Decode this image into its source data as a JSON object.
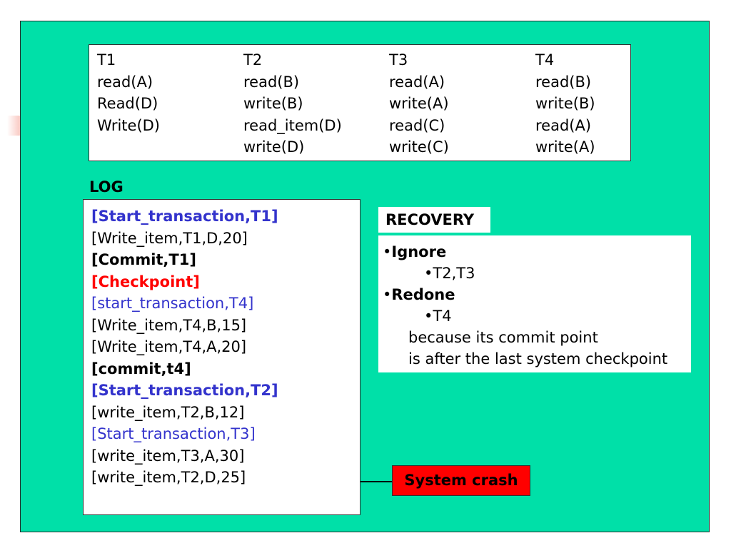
{
  "transactions": {
    "columns": [
      {
        "header": "T1",
        "ops": [
          "read(A)",
          "Read(D)",
          "Write(D)",
          ""
        ]
      },
      {
        "header": "T2",
        "ops": [
          "read(B)",
          "write(B)",
          "read_item(D)",
          "write(D)"
        ]
      },
      {
        "header": "T3",
        "ops": [
          "read(A)",
          "write(A)",
          "read(C)",
          "write(C)"
        ]
      },
      {
        "header": "T4",
        "ops": [
          "read(B)",
          "write(B)",
          "read(A)",
          "write(A)"
        ]
      }
    ]
  },
  "log": {
    "title": "LOG",
    "entries": [
      {
        "text": "[Start_transaction,T1]",
        "color": "#3333cc",
        "bold": true
      },
      {
        "text": "[Write_item,T1,D,20]",
        "color": "#000000",
        "bold": false
      },
      {
        "text": "[Commit,T1]",
        "color": "#000000",
        "bold": true
      },
      {
        "text": "[Checkpoint]",
        "color": "#ff0000",
        "bold": true
      },
      {
        "text": "[start_transaction,T4]",
        "color": "#3333cc",
        "bold": false
      },
      {
        "text": "[Write_item,T4,B,15]",
        "color": "#000000",
        "bold": false
      },
      {
        "text": "[Write_item,T4,A,20]",
        "color": "#000000",
        "bold": false
      },
      {
        "text": "[commit,t4]",
        "color": "#000000",
        "bold": true
      },
      {
        "text": "[Start_transaction,T2]",
        "color": "#3333cc",
        "bold": true
      },
      {
        "text": "[write_item,T2,B,12]",
        "color": "#000000",
        "bold": false
      },
      {
        "text": "[Start_transaction,T3]",
        "color": "#3333cc",
        "bold": false
      },
      {
        "text": "[write_item,T3,A,30]",
        "color": "#000000",
        "bold": false
      },
      {
        "text": "[write_item,T2,D,25]",
        "color": "#000000",
        "bold": false
      }
    ]
  },
  "recovery": {
    "label": "RECOVERY",
    "ignore_bullet": "•",
    "ignore_label": "Ignore",
    "ignore_item": "•T2,T3",
    "redone_bullet": "•",
    "redone_label": "Redone",
    "redone_item": "•T4",
    "reason_line1": "because its commit point",
    "reason_line2": "is after the last system checkpoint"
  },
  "crash": {
    "label": "System crash",
    "color": "#ff0000"
  },
  "theme": {
    "panel_color": "#00e0a8",
    "blue": "#3333cc",
    "red": "#ff0000"
  }
}
